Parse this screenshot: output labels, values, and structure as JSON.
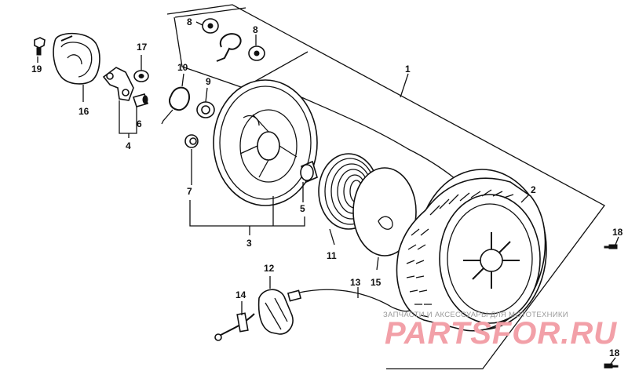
{
  "diagram": {
    "callouts": {
      "p1": "1",
      "p2": "2",
      "p3": "3",
      "p4": "4",
      "p5": "5",
      "p6": "6",
      "p7": "7",
      "p8a": "8",
      "p8b": "8",
      "p9": "9",
      "p10": "10",
      "p11": "11",
      "p12": "12",
      "p13": "13",
      "p14": "14",
      "p15": "15",
      "p16": "16",
      "p17": "17",
      "p18a": "18",
      "p18b": "18",
      "p19": "19"
    }
  },
  "watermark": {
    "tagline": "ЗАПЧАСТИ И АКСЕССУАРЫ ДЛЯ МОТОТЕХНИКИ",
    "brand": "PARTSFOR.RU"
  },
  "colors": {
    "line": "#111111",
    "background": "#ffffff",
    "watermark_brand": "#f2a0a8",
    "watermark_tagline": "#9a9a9a"
  }
}
